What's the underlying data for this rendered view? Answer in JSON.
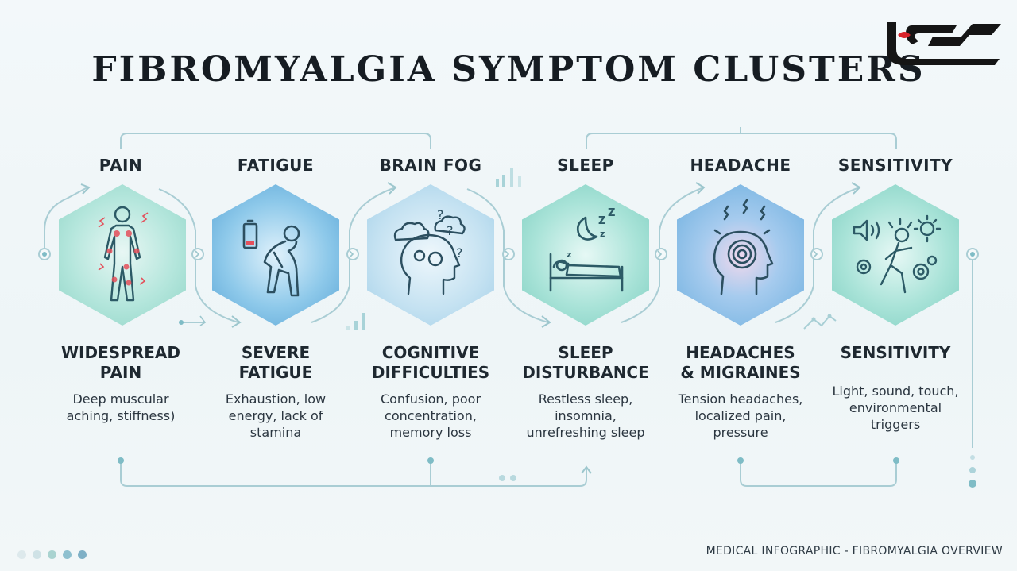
{
  "title": "FIBROMYALGIA SYMPTOM CLUSTERS",
  "footer": "MEDICAL INFOGRAPHIC - FIBROMYALGIA OVERVIEW",
  "colors": {
    "teal": "#8fd8c9",
    "blue": "#6fb6e0",
    "lightblue": "#b8dcef",
    "icon": "#2c5a66",
    "accent_red": "#e4505b"
  },
  "clusters": [
    {
      "category": "PAIN",
      "heading": [
        "WIDESPREAD",
        "PAIN"
      ],
      "description": [
        "Deep muscular",
        "aching, stiffness)"
      ],
      "icon": "body-pain-icon"
    },
    {
      "category": "FATIGUE",
      "heading": [
        "SEVERE",
        "FATIGUE"
      ],
      "description": [
        "Exhaustion, low",
        "energy, lack of",
        "stamina"
      ],
      "icon": "tired-person-battery-icon"
    },
    {
      "category": "BRAIN FOG",
      "heading": [
        "COGNITIVE",
        "DIFFICULTIES"
      ],
      "description": [
        "Confusion, poor",
        "concentration,",
        "memory loss"
      ],
      "icon": "head-clouds-gears-icon"
    },
    {
      "category": "SLEEP",
      "heading": [
        "SLEEP",
        "DISTURBANCE"
      ],
      "description": [
        "Restless sleep,",
        "insomnia,",
        "unrefreshing sleep"
      ],
      "icon": "person-in-bed-moon-icon"
    },
    {
      "category": "HEADACHE",
      "heading": [
        "HEADACHES",
        "& MIGRAINES"
      ],
      "description": [
        "Tension headaches,",
        "localized pain,",
        "pressure"
      ],
      "icon": "head-pain-waves-icon"
    },
    {
      "category": "SENSITIVITY",
      "heading": [
        "SENSITIVITY"
      ],
      "description": [
        "Light, sound, touch,",
        "environmental",
        "triggers"
      ],
      "icon": "person-sound-light-icon"
    }
  ]
}
